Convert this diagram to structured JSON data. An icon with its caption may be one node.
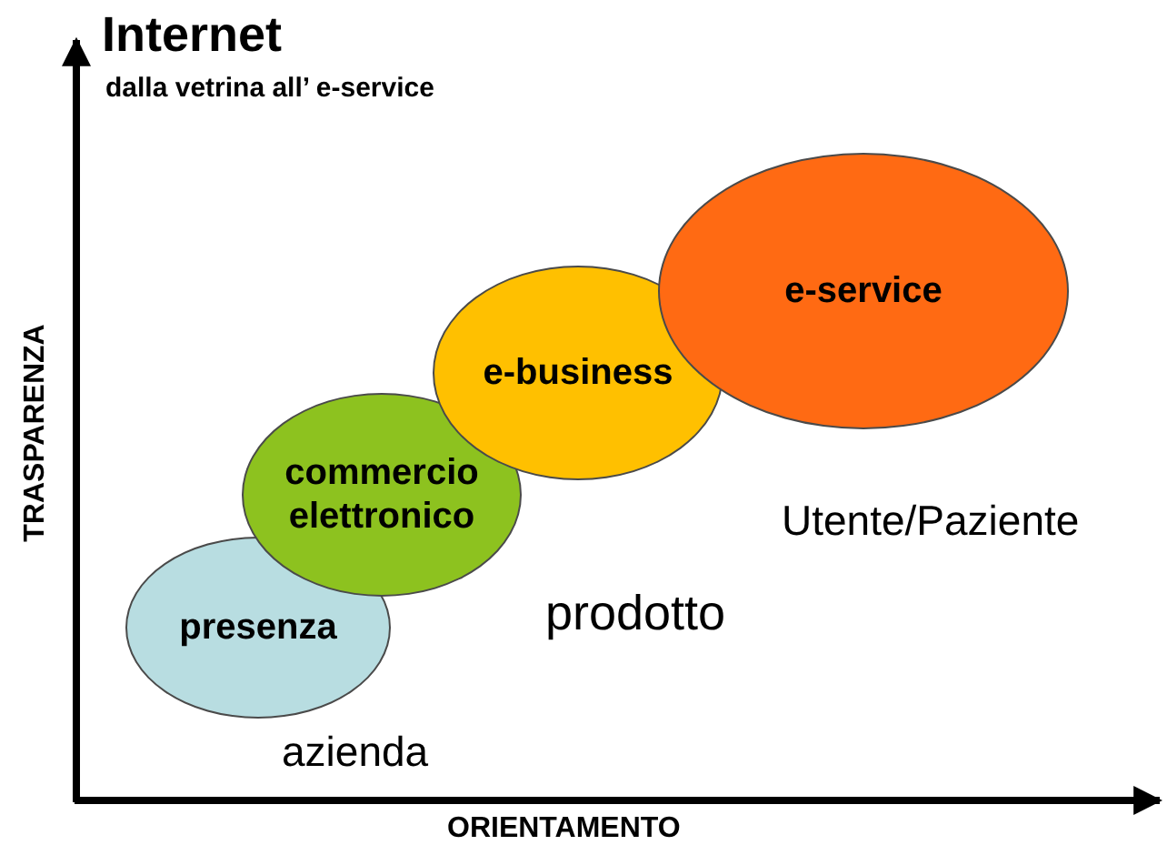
{
  "diagram": {
    "title": "Internet",
    "nodes": [
      {
        "text": [
          "presenza"
        ]
      },
      {
        "text": [
          "commercio elettronico"
        ]
      },
      {
        "text": [
          "e-business"
        ]
      },
      {
        "text": [
          "e-service"
        ]
      }
    ],
    "labels": [
      "dalla vetrina all’ e-service",
      "TRASPARENZA",
      "ORIENTAMENTO",
      "azienda",
      "prodotto",
      "Utente/Paziente"
    ]
  }
}
